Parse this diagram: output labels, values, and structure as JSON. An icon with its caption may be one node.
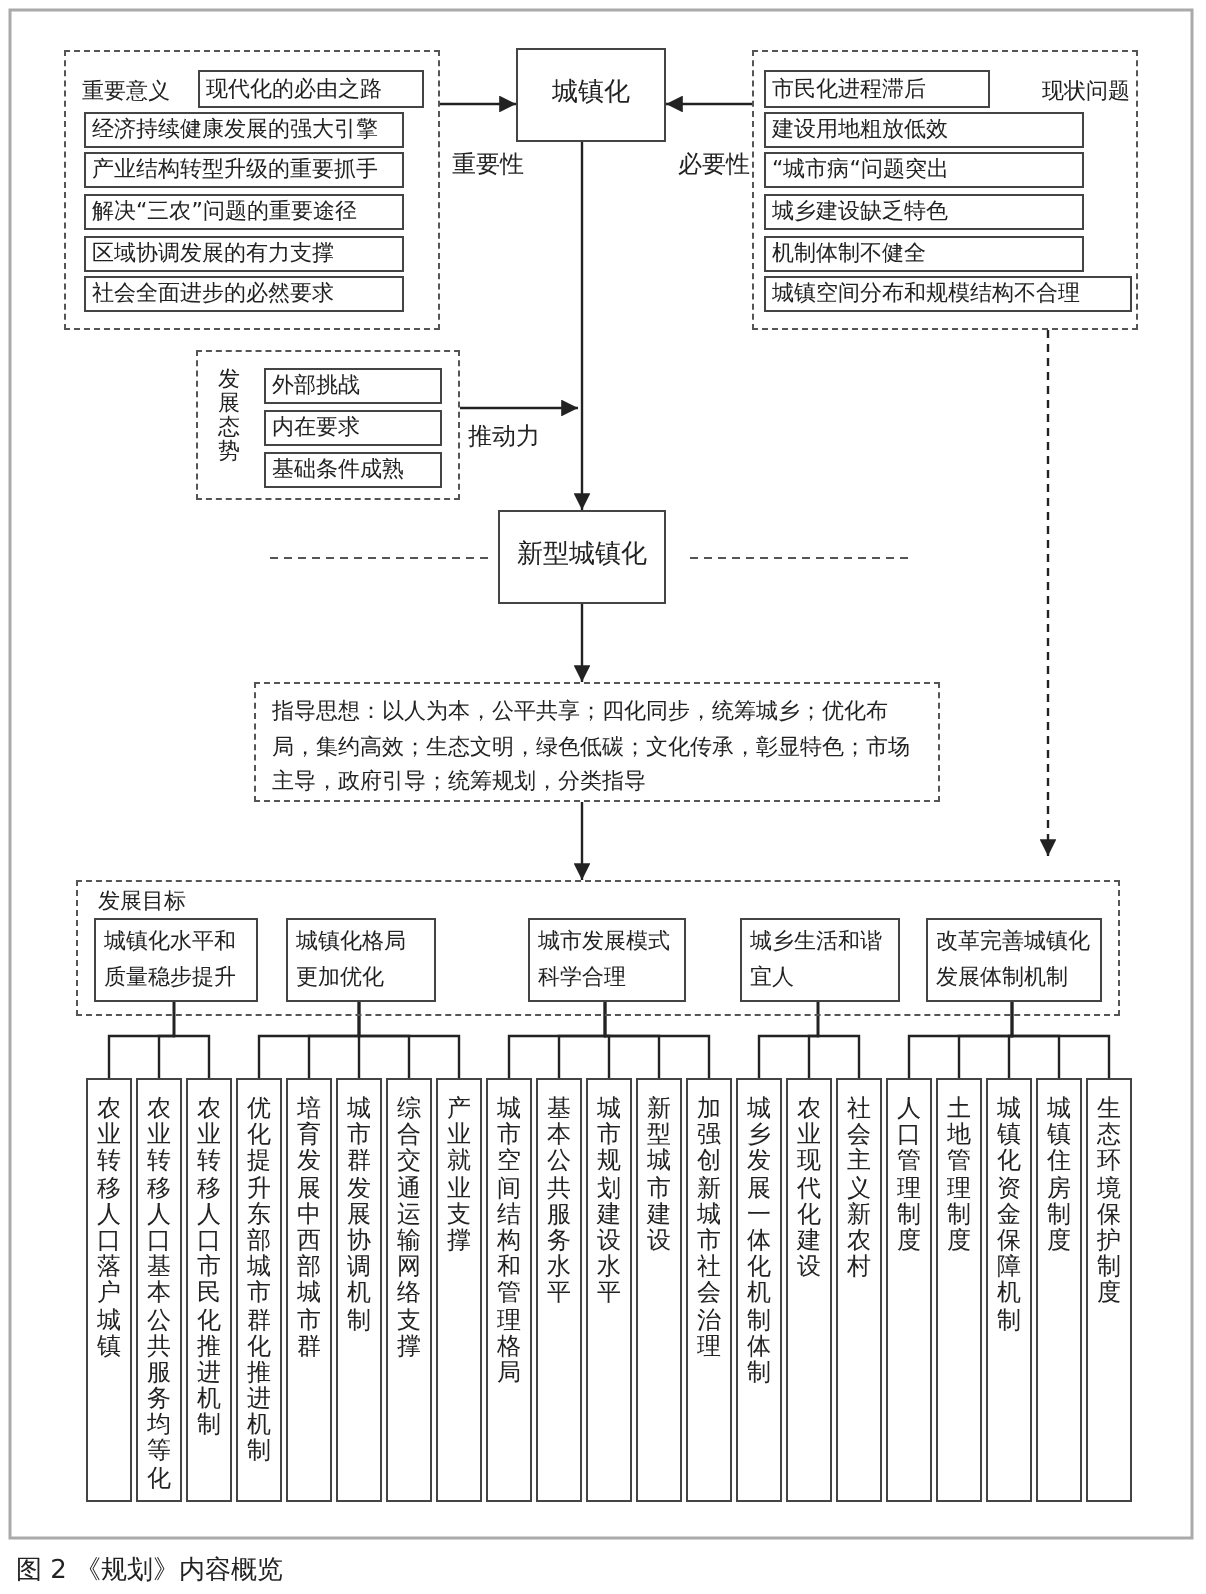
{
  "diagram": {
    "caption": "图 2 《规划》内容概览",
    "nodes": [
      {
        "text": [
          "重要意义"
        ]
      },
      {
        "text": [
          "现代化的必由之路"
        ],
        "in": 0
      },
      {
        "text": [
          "经济持续健康发展的强大引擎"
        ],
        "in": 0
      },
      {
        "text": [
          "产业结构转型升级的重要抓手"
        ],
        "in": 0
      },
      {
        "text": [
          "解决“三农”问题的重要途径"
        ],
        "in": 0
      },
      {
        "text": [
          "区域协调发展的有力支撑"
        ],
        "in": 0
      },
      {
        "text": [
          "社会全面进步的必然要求"
        ],
        "in": 0
      },
      {
        "text": [
          "城镇化"
        ]
      },
      {
        "text": [
          "现状问题"
        ]
      },
      {
        "text": [
          "市民化进程滞后"
        ],
        "in": 8
      },
      {
        "text": [
          "建设用地粗放低效"
        ],
        "in": 8
      },
      {
        "text": [
          "“城市病“问题突出"
        ],
        "in": 8
      },
      {
        "text": [
          "城乡建设缺乏特色"
        ],
        "in": 8
      },
      {
        "text": [
          "机制体制不健全"
        ],
        "in": 8
      },
      {
        "text": [
          "城镇空间分布和规模结构不合理"
        ],
        "in": 8
      },
      {
        "text": [
          "发展态势"
        ]
      },
      {
        "text": [
          "外部挑战"
        ],
        "in": 15
      },
      {
        "text": [
          "内在要求"
        ],
        "in": 15
      },
      {
        "text": [
          "基础条件成熟"
        ],
        "in": 15
      },
      {
        "text": [
          "新型城镇化"
        ]
      },
      {
        "text": [
          "指导思想：以人为本，公平共享；四化同步，统筹城乡；优化布局，集约高效；生态文明，绿色低碳；文化传承，彰显特色；市场主导，政府引导；统筹规划，分类指导"
        ]
      },
      {
        "text": [
          "发展目标"
        ]
      },
      {
        "text": [
          "城镇化水平和质量稳步提升"
        ],
        "in": 21
      },
      {
        "text": [
          "城镇化格局更加优化"
        ],
        "in": 21
      },
      {
        "text": [
          "城市发展模式科学合理"
        ],
        "in": 21
      },
      {
        "text": [
          "城乡生活和谐宜人"
        ],
        "in": 21
      },
      {
        "text": [
          "改革完善城镇化发展体制机制"
        ],
        "in": 21
      },
      {
        "text": [
          "农业转移人口落户城镇"
        ]
      },
      {
        "text": [
          "农业转移人口基本公共服务均等化"
        ]
      },
      {
        "text": [
          "农业转移人口市民化推进机制"
        ]
      },
      {
        "text": [
          "优化提升东部城市群化推进机制"
        ]
      },
      {
        "text": [
          "培育发展中西部城市群"
        ]
      },
      {
        "text": [
          "城市群发展协调机制"
        ]
      },
      {
        "text": [
          "综合交通运输网络支撑"
        ]
      },
      {
        "text": [
          "产业就业支撑"
        ]
      },
      {
        "text": [
          "城市空间结构和管理格局"
        ]
      },
      {
        "text": [
          "基本公共服务水平"
        ]
      },
      {
        "text": [
          "城市规划建设水平"
        ]
      },
      {
        "text": [
          "新型城市建设"
        ]
      },
      {
        "text": [
          "加强创新城市社会治理"
        ]
      },
      {
        "text": [
          "城乡发展一体化机制体制"
        ]
      },
      {
        "text": [
          "农业现代化建设"
        ]
      },
      {
        "text": [
          "社会主义新农村"
        ]
      },
      {
        "text": [
          "人口管理制度"
        ]
      },
      {
        "text": [
          "土地管理制度"
        ]
      },
      {
        "text": [
          "城镇化资金保障机制"
        ]
      },
      {
        "text": [
          "城镇住房制度"
        ]
      },
      {
        "text": [
          "生态环境保护制度"
        ]
      }
    ],
    "edges": [
      {
        "from": 0,
        "to": 7,
        "arrow": "to",
        "label": "重要性"
      },
      {
        "from": 8,
        "to": 7,
        "arrow": "to",
        "label": "必要性"
      },
      {
        "from": 7,
        "to": 19,
        "arrow": "to"
      },
      {
        "from": 15,
        "to": null,
        "arrow": "to",
        "label": "推动力"
      },
      {
        "from": 19,
        "to": 20,
        "arrow": "to"
      },
      {
        "from": 20,
        "to": 21,
        "arrow": "to"
      },
      {
        "from": 8,
        "to": 21,
        "arrow": "to",
        "style": "dashed"
      },
      {
        "from": 22,
        "to": 27,
        "arrow": "none"
      },
      {
        "from": 22,
        "to": 28,
        "arrow": "none"
      },
      {
        "from": 22,
        "to": 29,
        "arrow": "none"
      },
      {
        "from": 23,
        "to": 30,
        "arrow": "none"
      },
      {
        "from": 23,
        "to": 31,
        "arrow": "none"
      },
      {
        "from": 23,
        "to": 32,
        "arrow": "none"
      },
      {
        "from": 23,
        "to": 33,
        "arrow": "none"
      },
      {
        "from": 23,
        "to": 34,
        "arrow": "none"
      },
      {
        "from": 24,
        "to": 35,
        "arrow": "none"
      },
      {
        "from": 24,
        "to": 36,
        "arrow": "none"
      },
      {
        "from": 24,
        "to": 37,
        "arrow": "none"
      },
      {
        "from": 24,
        "to": 38,
        "arrow": "none"
      },
      {
        "from": 24,
        "to": 39,
        "arrow": "none"
      },
      {
        "from": 25,
        "to": 40,
        "arrow": "none"
      },
      {
        "from": 25,
        "to": 41,
        "arrow": "none"
      },
      {
        "from": 25,
        "to": 42,
        "arrow": "none"
      },
      {
        "from": 26,
        "to": 43,
        "arrow": "none"
      },
      {
        "from": 26,
        "to": 44,
        "arrow": "none"
      },
      {
        "from": 26,
        "to": 45,
        "arrow": "none"
      },
      {
        "from": 26,
        "to": 46,
        "arrow": "none"
      },
      {
        "from": 26,
        "to": 47,
        "arrow": "none"
      }
    ]
  }
}
